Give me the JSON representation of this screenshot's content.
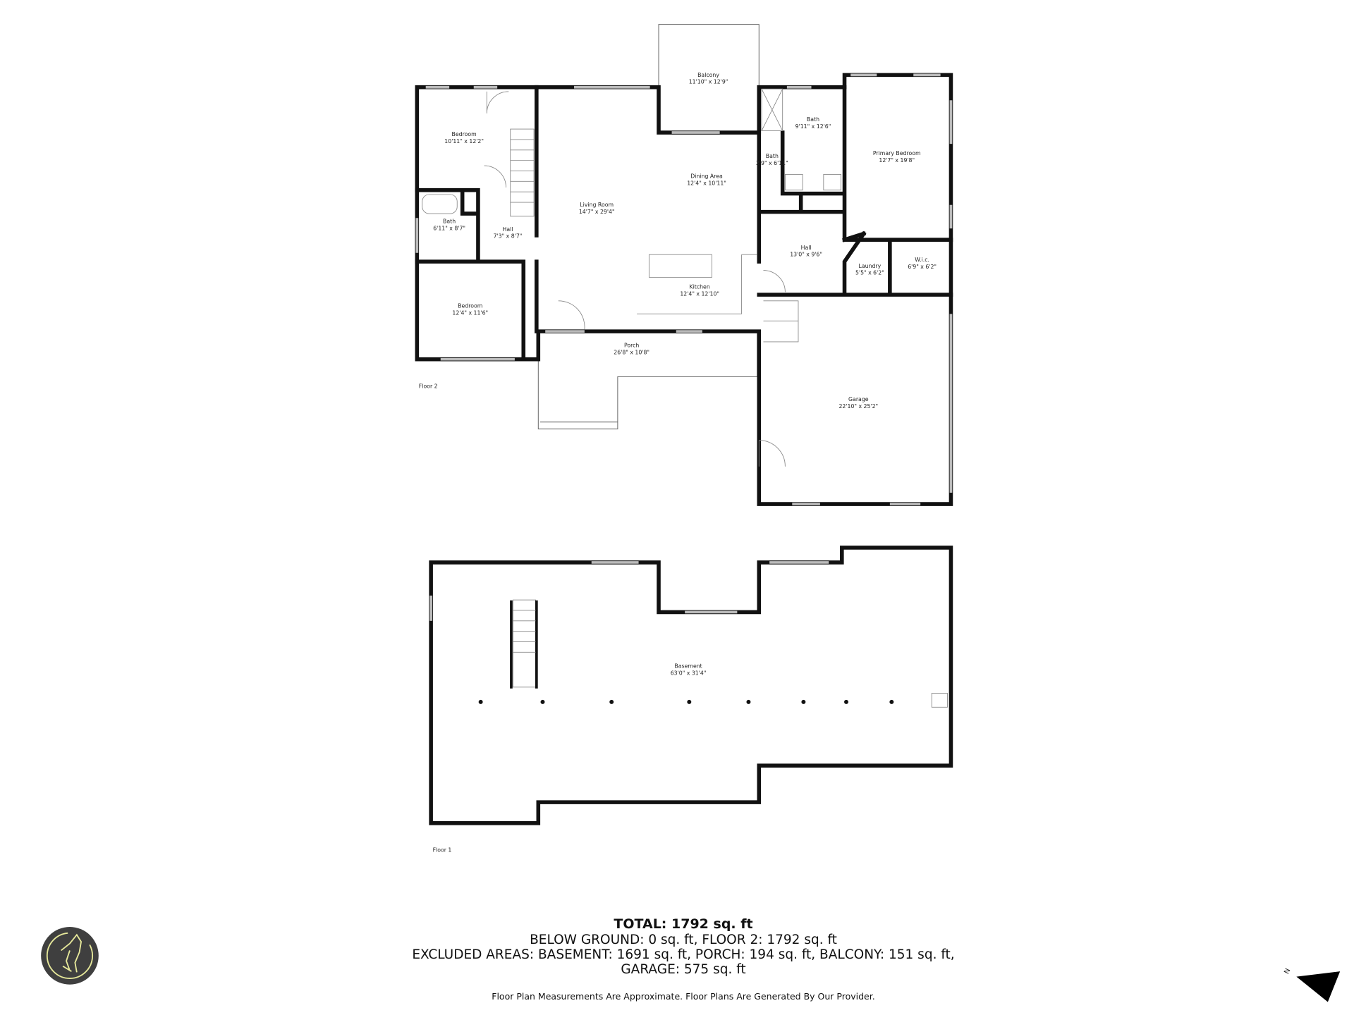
{
  "floors": [
    {
      "label": "Floor 2",
      "rooms": [
        {
          "name": "Balcony",
          "size": "11'10\" x 12'9\""
        },
        {
          "name": "Bedroom",
          "size": "10'11\" x 12'2\""
        },
        {
          "name": "Living Room",
          "size": "14'7\" x 29'4\""
        },
        {
          "name": "Dining Area",
          "size": "12'4\" x 10'11\""
        },
        {
          "name": "Bath",
          "size": "9'11\" x 12'6\""
        },
        {
          "name": "Bath",
          "size": "2'9\" x 6'11\""
        },
        {
          "name": "Primary Bedroom",
          "size": "12'7\" x 19'8\""
        },
        {
          "name": "Bath",
          "size": "6'11\" x 8'7\""
        },
        {
          "name": "Hall",
          "size": "7'3\" x 8'7\""
        },
        {
          "name": "Hall",
          "size": "13'0\" x 9'6\""
        },
        {
          "name": "Laundry",
          "size": "5'5\" x 6'2\""
        },
        {
          "name": "W.i.c.",
          "size": "6'9\" x 6'2\""
        },
        {
          "name": "Kitchen",
          "size": "12'4\" x 12'10\""
        },
        {
          "name": "Bedroom",
          "size": "12'4\" x 11'6\""
        },
        {
          "name": "Porch",
          "size": "26'8\" x 10'8\""
        },
        {
          "name": "Garage",
          "size": "22'10\" x 25'2\""
        }
      ]
    },
    {
      "label": "Floor 1",
      "rooms": [
        {
          "name": "Basement",
          "size": "63'0\" x 31'4\""
        }
      ]
    }
  ],
  "summary": {
    "total": "TOTAL: 1792 sq. ft",
    "below": "BELOW GROUND: 0 sq. ft, FLOOR 2: 1792 sq. ft",
    "excluded": "EXCLUDED AREAS: BASEMENT: 1691 sq. ft, PORCH: 194 sq. ft, BALCONY: 151 sq. ft,",
    "garage": "GARAGE: 575 sq. ft",
    "disclaimer": "Floor Plan Measurements Are Approximate. Floor Plans Are Generated By Our Provider."
  },
  "compass": {
    "label": "N",
    "icon": "north-arrow-icon"
  },
  "logo": {
    "icon": "howling-wolf-logo",
    "background": "#3f3f3f",
    "stroke": "#e6e89a"
  },
  "colors": {
    "walls": "#111111",
    "background": "#ffffff"
  }
}
